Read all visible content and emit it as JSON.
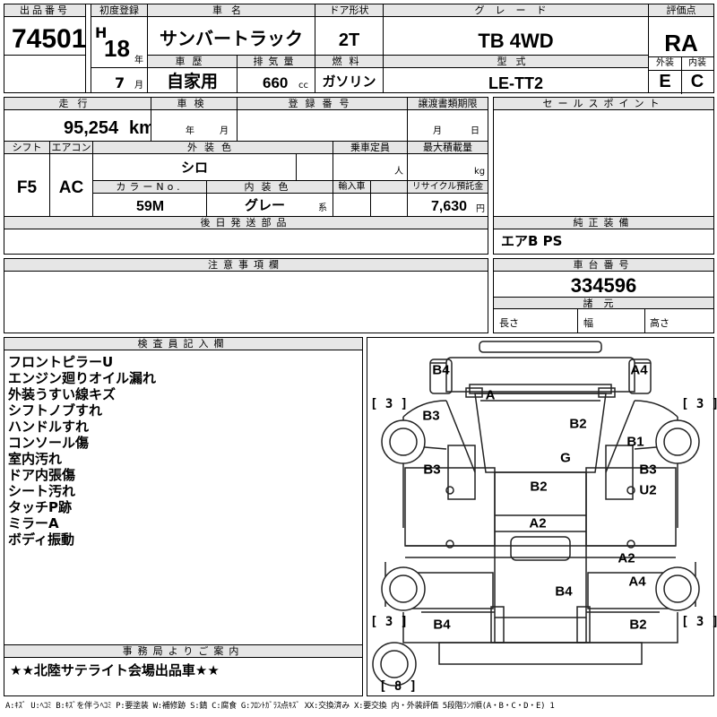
{
  "lot": {
    "label": "出品番号",
    "value": "74501"
  },
  "registration": {
    "label": "初度登録",
    "era": "H",
    "year": "18",
    "year_unit": "年",
    "month": "7",
    "month_unit": "月"
  },
  "car_name": {
    "label": "車名",
    "value": "サンバートラック"
  },
  "door": {
    "label": "ドア形状",
    "value": "2T"
  },
  "grade": {
    "label": "グレード",
    "value": "TB 4WD"
  },
  "score": {
    "label": "評価点",
    "value": "RA",
    "ext_label": "外装",
    "int_label": "内装",
    "ext_value": "E",
    "int_value": "C"
  },
  "history": {
    "label": "車歴",
    "value": "自家用"
  },
  "displacement": {
    "label": "排気量",
    "value": "660",
    "unit": "cc"
  },
  "fuel": {
    "label": "燃料",
    "value": "ガソリン"
  },
  "model": {
    "label": "型式",
    "value": "LE-TT2"
  },
  "mileage": {
    "label": "走行",
    "value": "95,254",
    "unit": "km"
  },
  "inspection": {
    "label": "車検",
    "year_unit": "年",
    "month_unit": "月"
  },
  "reg_number": {
    "label": "登録番号"
  },
  "transfer_deadline": {
    "label": "譲渡書類期限",
    "month_unit": "月",
    "day_unit": "日"
  },
  "shift": {
    "label": "シフト",
    "value": "F5"
  },
  "aircon": {
    "label": "エアコン",
    "value": "AC"
  },
  "exterior_color": {
    "label": "外装色",
    "value": "シロ"
  },
  "capacity": {
    "label": "乗車定員",
    "unit": "人"
  },
  "max_load": {
    "label": "最大積載量",
    "unit": "kg"
  },
  "color_no": {
    "label": "カラーNo.",
    "value": "59M"
  },
  "interior_color": {
    "label": "内装色",
    "value": "グレー",
    "unit": "系"
  },
  "import": {
    "label": "輸入車"
  },
  "recycle": {
    "label": "リサイクル預託金",
    "value": "7,630",
    "unit": "円"
  },
  "later_parts": {
    "label": "後日発送部品"
  },
  "sales_point": {
    "label": "セールスポイント"
  },
  "genuine_equipment": {
    "label": "純正装備",
    "value": "エアB PS"
  },
  "caution": {
    "label": "注意事項欄"
  },
  "chassis": {
    "label": "車台番号",
    "value": "334596",
    "spec_label": "諸元",
    "length": "長さ",
    "width": "幅",
    "height": "高さ"
  },
  "inspector": {
    "label": "検査員記入欄",
    "notes": [
      "フロントピラーU",
      "エンジン廻りオイル漏れ",
      "外装うすい線キズ",
      "シフトノブすれ",
      "ハンドルすれ",
      "コンソール傷",
      "室内汚れ",
      "ドア内張傷",
      "シート汚れ",
      "タッチP跡",
      "ミラーA",
      "ボディ振動"
    ]
  },
  "office": {
    "label": "事務局よりご案内",
    "value": "★★北陸サテライト会場出品車★★"
  },
  "diagram": {
    "labels": [
      "B4",
      "A4",
      "A",
      "B3",
      "B2",
      "B1",
      "G",
      "B3",
      "B3",
      "B2",
      "U2",
      "A2",
      "A2",
      "A4",
      "B4",
      "B4",
      "B2"
    ],
    "wheels": [
      "3",
      "3",
      "3",
      "3",
      "8"
    ]
  },
  "legend": "A:ｷｽﾞ U:ﾍｺﾐ B:ｷｽﾞを伴うﾍｺﾐ P:要塗装 W:補修跡 S:錆 C:腐食 G:ﾌﾛﾝﾄｶﾞﾗｽ点ｷｽﾞ XX:交換済み X:要交換 内・外装評価 5段階ﾗﾝｸ順(A・B・C・D・E) 1"
}
